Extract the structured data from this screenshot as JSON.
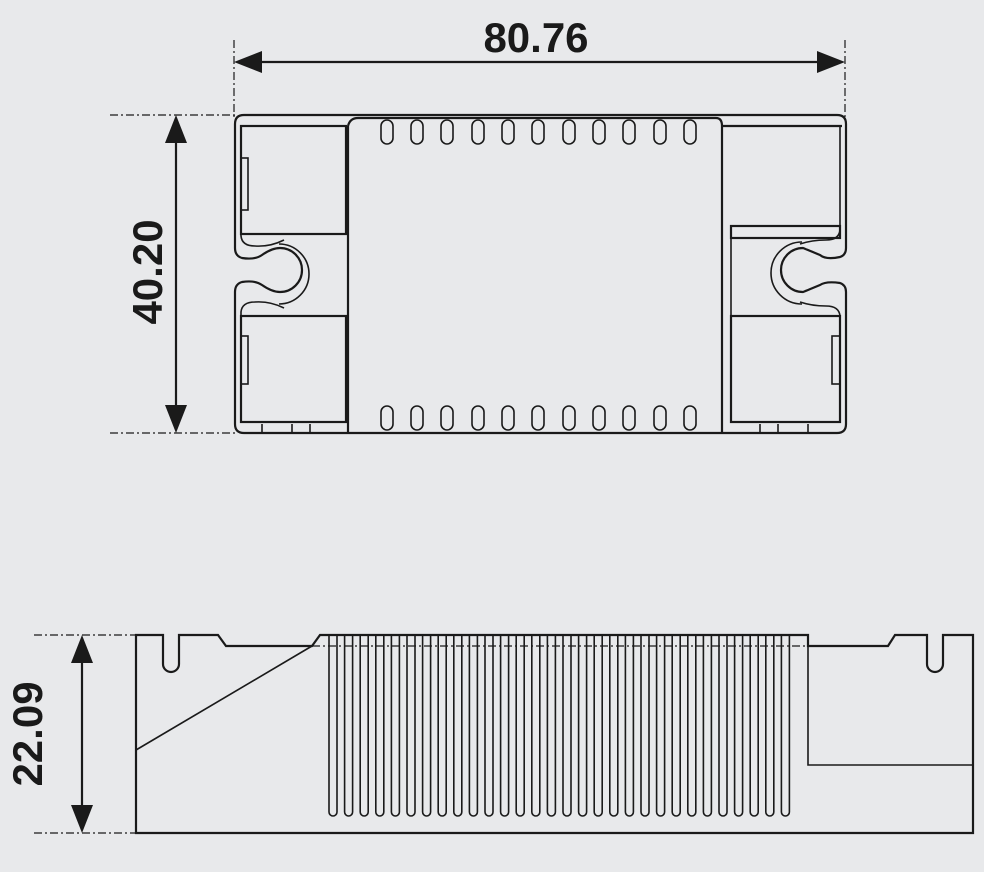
{
  "dimensions": {
    "width": "80.76",
    "height": "40.20",
    "depth": "22.09"
  },
  "colors": {
    "background": "#e8e9eb",
    "line": "#1a1a1a"
  }
}
